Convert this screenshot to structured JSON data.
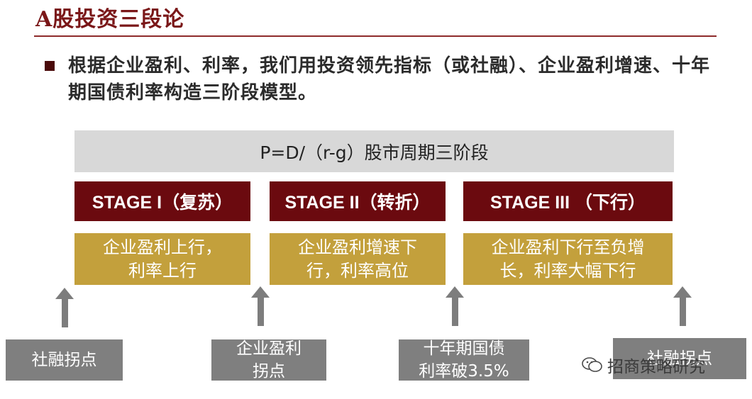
{
  "title": "A股投资三段论",
  "intro": "根据企业盈利、利率，我们用投资领先指标（或社融）、企业盈利增速、十年期国债利率构造三阶段模型。",
  "banner": "P=D/（r-g）股市周期三阶段",
  "stages": [
    {
      "label": "STAGE I（复苏）",
      "desc_line1": "企业盈利上行，",
      "desc_line2": "利率上行"
    },
    {
      "label": "STAGE II（转折）",
      "desc_line1": "企业盈利增速下",
      "desc_line2": "行，利率高位"
    },
    {
      "label": "STAGE III （下行）",
      "desc_line1": "企业盈利下行至负增",
      "desc_line2": "长，利率大幅下行"
    }
  ],
  "triggers": [
    {
      "line1": "社融拐点",
      "line2": ""
    },
    {
      "line1": "企业盈利",
      "line2": "拐点"
    },
    {
      "line1": "十年期国债",
      "line2": "利率破3.5%"
    },
    {
      "line1": "社融拐点",
      "line2": ""
    }
  ],
  "watermark": "招商策略研究",
  "colors": {
    "stage_bg": "#6b0a0f",
    "desc_bg": "#c3a03c",
    "trigger_bg": "#7f7f7f",
    "title": "#7a1718"
  }
}
